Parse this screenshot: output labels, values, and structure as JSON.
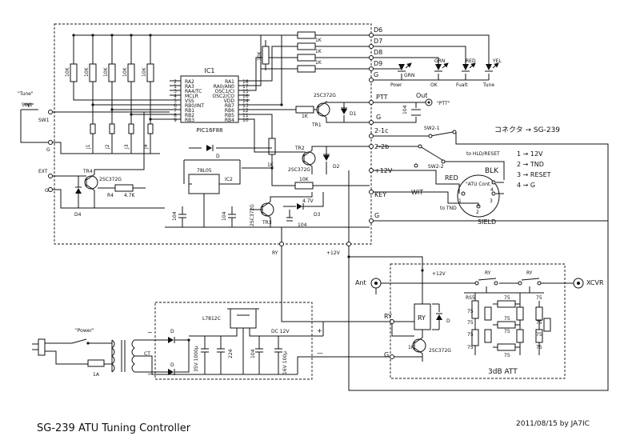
{
  "title": "SG-239 ATU Tuning Controller",
  "date_credit": "2011/08/15 by JA7IC",
  "ic1": {
    "name": "IC1",
    "part": "PIC16F88",
    "left_pins": [
      {
        "num": "2",
        "name": "RA2"
      },
      {
        "num": "1",
        "name": "RA3"
      },
      {
        "num": "3",
        "name": "RA4/TC"
      },
      {
        "num": "4",
        "name": "MCLR"
      },
      {
        "num": "5",
        "name": "VSS"
      },
      {
        "num": "6",
        "name": "RB0/INT"
      },
      {
        "num": "7",
        "name": "RB1"
      },
      {
        "num": "8",
        "name": "RB2"
      },
      {
        "num": "9",
        "name": "RB3"
      }
    ],
    "right_pins": [
      {
        "num": "18",
        "name": "RA1"
      },
      {
        "num": "17",
        "name": "RA0/AN0"
      },
      {
        "num": "15",
        "name": "OSC1/CI"
      },
      {
        "num": "16",
        "name": "OSC2/CO"
      },
      {
        "num": "14",
        "name": "VDD"
      },
      {
        "num": "13",
        "name": "RB7"
      },
      {
        "num": "12",
        "name": "RB6"
      },
      {
        "num": "11",
        "name": "RB5"
      },
      {
        "num": "10",
        "name": "RB4"
      }
    ]
  },
  "ic2": {
    "name": "IC2",
    "part": "78L05"
  },
  "regulator": {
    "part": "L7812C"
  },
  "terminals": {
    "d6": "D6",
    "d7": "D7",
    "d8": "D8",
    "d9": "D9",
    "g_led": "G",
    "ptt": "PTT",
    "g_ptt": "G",
    "t21c": "2-1c",
    "t22b": "2-2b",
    "p12v": "+12V",
    "key": "KEY",
    "g_sield": "G",
    "ry": "RY",
    "p12v_bottom": "+12V",
    "sw1_term": "SW1",
    "g_sw1": "G",
    "ext": "EXT",
    "g_ext": "G"
  },
  "leds": [
    {
      "color": "GRN",
      "label": "Powr"
    },
    {
      "color": "GRN",
      "label": "OK"
    },
    {
      "color": "RED",
      "label": "Fualt"
    },
    {
      "color": "YEL",
      "label": "Tune"
    }
  ],
  "parts": {
    "r_1k_top": "1K",
    "r_1k_a": "1K",
    "r_1k_b": "1K",
    "r_1k_c": "1K",
    "r_10k_top": "10K",
    "r_10k_1": "10K",
    "r_10k_2": "10K",
    "r_10k_3": "10K",
    "r_10k_4": "10K",
    "r_10k_5": "10K",
    "j1": "J1",
    "j2": "J2",
    "j3": "J3",
    "j4": "J4",
    "tr1": "TR1",
    "tr1_part": "2SC372G",
    "r_tr1": "1K",
    "d1": "D1",
    "c104_ptt": "104",
    "out_label": "Out",
    "ptt_jack": "\"PTT\"",
    "d_top": "D",
    "tr2": "TR2",
    "tr2_part": "2SC372G",
    "r_tr2": "1K",
    "d2": "D2",
    "tr3": "TR3",
    "tr3_part": "2SC372G",
    "r_10k_tr3": "10K",
    "z47": "4.7V",
    "d3": "D3",
    "c104_a": "104",
    "c104_b": "104",
    "c104_c": "104",
    "tr4": "TR4",
    "tr4_part": "2SC372G",
    "r4": "R4",
    "r4_val": "4.7K",
    "d4": "D4",
    "sw1_label": "\"Tune\"",
    "sw1": "SW1"
  },
  "sw2": {
    "s1": "SW2-1",
    "s2": "SW2-2",
    "hld": "to HLD/RESET"
  },
  "connector": {
    "heading": "コネクタ → SG-239",
    "pins": [
      "1 → 12V",
      "2 → TND",
      "3 → RESET",
      "4 → G"
    ],
    "blk": "BLK",
    "red": "RED",
    "wit": "WIT",
    "sield": "SIELD",
    "to_tnd": "to TND",
    "atu_label": "\"ATU Cont.\"",
    "n1": "1",
    "n2": "2",
    "n3": "3",
    "n4": "4"
  },
  "att": {
    "label": "3dB ATT",
    "p12v": "+12V",
    "ry_coil": "RY",
    "ry_term": "RY",
    "ry_sw1": "RY",
    "ry_sw2": "RY",
    "d": "D",
    "r1k": "1K",
    "tr_part": "2SC372G",
    "g": "G",
    "rs5": "RS5",
    "ant": "Ant",
    "xcvr": "XCVR",
    "r75": [
      "75",
      "75",
      "75",
      "75",
      "75",
      "75",
      "75",
      "75",
      "75",
      "75",
      "75",
      "75"
    ]
  },
  "power": {
    "label": "\"Power\"",
    "fuse": "1A",
    "ct": "CT",
    "ac1": "~",
    "ac2": "~",
    "d1": "D",
    "d2": "D",
    "c1_cap": "35V 1000μ",
    "c1_val": "224",
    "c2_val": "104",
    "c2_cap": "16V 100μ",
    "dc": "DC 12V",
    "plus": "+",
    "minus": "—"
  }
}
